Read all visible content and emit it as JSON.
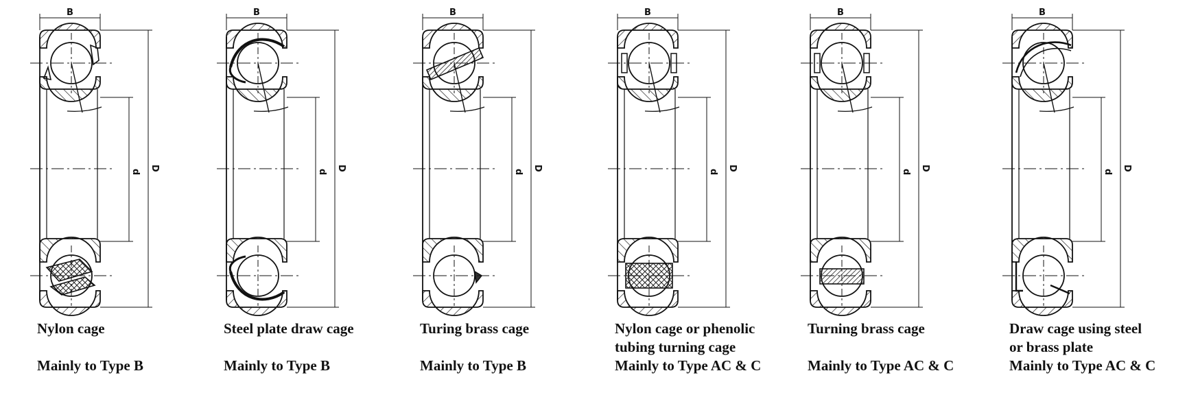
{
  "dimension_labels": {
    "width": "B",
    "bore": "d",
    "outer": "D"
  },
  "bearings": [
    {
      "cage": "nylon-solid",
      "caption_lines": [
        "Nylon cage"
      ],
      "application": "Mainly to Type B"
    },
    {
      "cage": "steel-drawn",
      "caption_lines": [
        "Steel plate draw cage"
      ],
      "application": "Mainly to Type B"
    },
    {
      "cage": "brass-turned",
      "caption_lines": [
        "Turing brass cage"
      ],
      "application": "Mainly to Type B"
    },
    {
      "cage": "nylon-window",
      "caption_lines": [
        "Nylon cage or phenolic",
        "tubing turning cage"
      ],
      "application": "Mainly to Type AC & C"
    },
    {
      "cage": "brass-window",
      "caption_lines": [
        "Turning brass cage"
      ],
      "application": "Mainly to Type AC & C"
    },
    {
      "cage": "drawn-plate",
      "caption_lines": [
        "Draw cage using steel",
        "or brass plate"
      ],
      "application": "Mainly to Type AC & C"
    }
  ]
}
